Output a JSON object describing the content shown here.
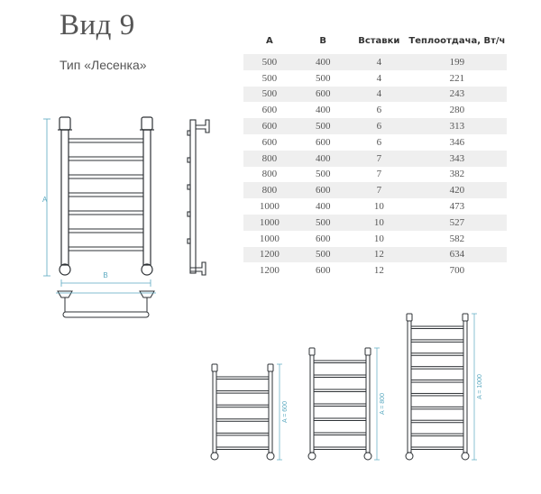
{
  "page": {
    "title": "Вид 9",
    "subtitle": "Тип «Лесенка»"
  },
  "table": {
    "headers": [
      "A",
      "B",
      "Вставки",
      "Теплоотдача, Вт/ч"
    ],
    "rows": [
      [
        "500",
        "400",
        "4",
        "199"
      ],
      [
        "500",
        "500",
        "4",
        "221"
      ],
      [
        "500",
        "600",
        "4",
        "243"
      ],
      [
        "600",
        "400",
        "6",
        "280"
      ],
      [
        "600",
        "500",
        "6",
        "313"
      ],
      [
        "600",
        "600",
        "6",
        "346"
      ],
      [
        "800",
        "400",
        "7",
        "343"
      ],
      [
        "800",
        "500",
        "7",
        "382"
      ],
      [
        "800",
        "600",
        "7",
        "420"
      ],
      [
        "1000",
        "400",
        "10",
        "473"
      ],
      [
        "1000",
        "500",
        "10",
        "527"
      ],
      [
        "1000",
        "600",
        "10",
        "582"
      ],
      [
        "1200",
        "500",
        "12",
        "634"
      ],
      [
        "1200",
        "600",
        "12",
        "700"
      ]
    ]
  },
  "drawing": {
    "dim_a_label": "A",
    "dim_b_label": "B",
    "sizes": [
      {
        "label": "A = 600",
        "rails": 6
      },
      {
        "label": "A = 800",
        "rails": 7
      },
      {
        "label": "A = 1000",
        "rails": 10
      }
    ]
  },
  "colors": {
    "outline": "#2d3135",
    "accent": "#5aa9c0",
    "row_shade": "#efefef"
  }
}
